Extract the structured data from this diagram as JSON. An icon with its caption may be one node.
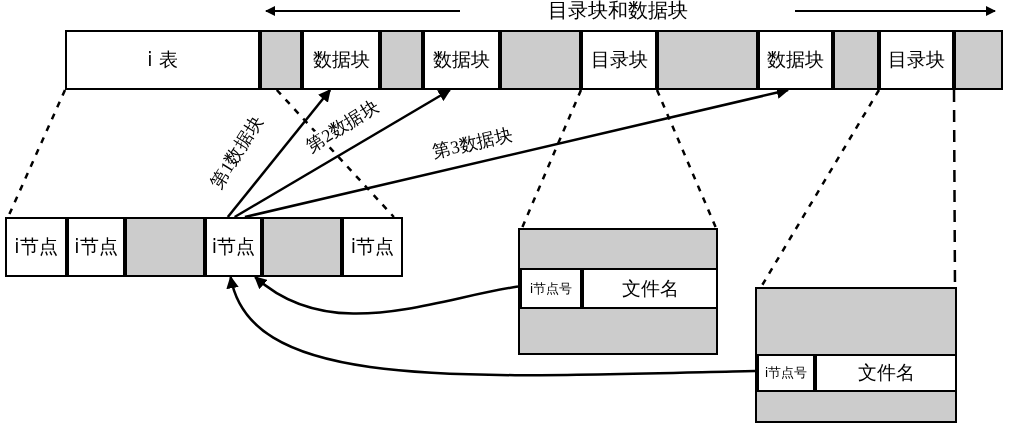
{
  "diagram": {
    "title": "目录块和数据块",
    "nodes": [
      {
        "text": [
          "i 表"
        ]
      },
      {
        "text": [],
        "shape": "box"
      },
      {
        "text": [
          "数据块"
        ]
      },
      {
        "text": [],
        "shape": "box"
      },
      {
        "text": [
          "数据块"
        ]
      },
      {
        "text": [],
        "shape": "box"
      },
      {
        "text": [
          "目录块"
        ]
      },
      {
        "text": [],
        "shape": "box"
      },
      {
        "text": [
          "数据块"
        ]
      },
      {
        "text": [],
        "shape": "box"
      },
      {
        "text": [
          "目录块"
        ]
      },
      {
        "text": [],
        "shape": "box"
      },
      {
        "text": [
          "i节点"
        ]
      },
      {
        "text": [
          "i节点"
        ]
      },
      {
        "text": [],
        "shape": "box"
      },
      {
        "text": [
          "i节点"
        ]
      },
      {
        "text": [],
        "shape": "box"
      },
      {
        "text": [
          "i节点"
        ]
      },
      {
        "text": [],
        "shape": "box"
      },
      {
        "text": [
          "i节点号"
        ],
        "in": 18
      },
      {
        "text": [
          "文件名"
        ],
        "in": 18
      },
      {
        "text": [],
        "shape": "box"
      },
      {
        "text": [
          "i节点号"
        ],
        "in": 21
      },
      {
        "text": [
          "文件名"
        ],
        "in": 21
      }
    ],
    "edges": [
      {
        "from": 15,
        "to": 2,
        "arrow": "to",
        "label": "第1数据块"
      },
      {
        "from": 15,
        "to": 4,
        "arrow": "to",
        "label": "第2数据块"
      },
      {
        "from": 15,
        "to": 8,
        "arrow": "to",
        "label": "第3数据块"
      },
      {
        "from": 19,
        "to": 15,
        "arrow": "to"
      },
      {
        "from": 22,
        "to": 15,
        "arrow": "to"
      },
      {
        "from": 0,
        "to": 12,
        "arrow": "none",
        "style": "dashed"
      },
      {
        "from": 1,
        "to": 17,
        "arrow": "none",
        "style": "dashed"
      },
      {
        "from": 6,
        "to": 18,
        "arrow": "none",
        "style": "dashed"
      },
      {
        "from": 6,
        "to": 18,
        "arrow": "none",
        "style": "dashed"
      },
      {
        "from": 10,
        "to": 21,
        "arrow": "none",
        "style": "dashed"
      },
      {
        "from": 10,
        "to": 21,
        "arrow": "none",
        "style": "dashed"
      }
    ]
  }
}
